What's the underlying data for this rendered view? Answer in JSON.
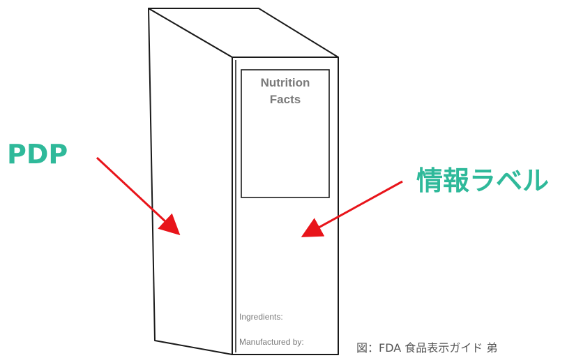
{
  "diagram": {
    "colors": {
      "callout": "#2fb99a",
      "arrow": "#e8141a",
      "outline": "#1a1a1a",
      "label_text": "#7a7a7a",
      "caption_text": "#555555"
    },
    "package": {
      "nutrition_panel": {
        "line1": "Nutrition",
        "line2": "Facts"
      },
      "ingredients_label": "Ingredients:",
      "manufacturer_label": "Manufactured by:"
    },
    "callouts": {
      "pdp": "PDP",
      "info_label": "情報ラベル"
    },
    "caption": "図：FDA 食品表示ガイド 弟"
  }
}
